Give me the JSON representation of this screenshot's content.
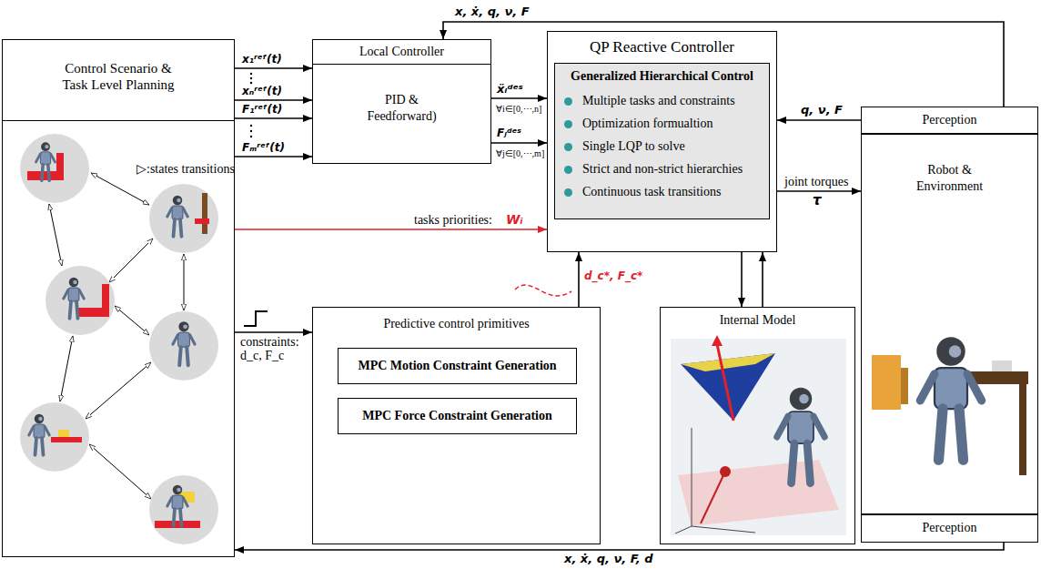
{
  "diagram": {
    "nodes": [
      {
        "text": [
          "Control Scenario & Task Level Planning"
        ]
      },
      {
        "text": [
          "Local Controller",
          "PID & Feedforward)"
        ]
      },
      {
        "text": [
          "QP Reactive Controller"
        ]
      },
      {
        "text": [
          "Generalized Hierarchical Control",
          "Multiple tasks and constraints",
          "Optimization formualtion",
          "Single LQP to solve",
          "Strict and non-strict hierarchies",
          "Continuous task transitions"
        ],
        "in": 2
      },
      {
        "text": [
          "Predictive control primitives"
        ]
      },
      {
        "text": [
          "MPC Motion Constraint Generation"
        ],
        "in": 4
      },
      {
        "text": [
          "MPC Force Constraint Generation"
        ],
        "in": 4
      },
      {
        "text": [
          "Internal Model"
        ]
      },
      {
        "text": [
          "Perception"
        ]
      },
      {
        "text": [
          "Robot & Environment"
        ]
      },
      {
        "text": [
          "Perception"
        ]
      }
    ],
    "edges": [
      {
        "from": 0,
        "to": 1,
        "arrow": "to",
        "label": "x₁ʳᵉᶠ(t)"
      },
      {
        "from": 0,
        "to": 1,
        "arrow": "to",
        "label": "xₙʳᵉᶠ(t)"
      },
      {
        "from": 0,
        "to": 1,
        "arrow": "to",
        "label": "F₁ʳᵉᶠ(t)"
      },
      {
        "from": 0,
        "to": 1,
        "arrow": "to",
        "label": "Fₘʳᵉᶠ(t)"
      },
      {
        "from": 1,
        "to": 2,
        "arrow": "to",
        "label": "ẍᵢᵈᵉˢ"
      },
      {
        "from": 1,
        "to": 2,
        "arrow": "to",
        "label": "Fⱼᵈᵉˢ"
      },
      {
        "from": 0,
        "to": 2,
        "arrow": "to",
        "label": "tasks priorities:"
      },
      {
        "from": 0,
        "to": 4,
        "arrow": "to",
        "label": "constraints: d_c, F_c"
      },
      {
        "from": 4,
        "to": 2,
        "arrow": "to",
        "label": "d_c*, F_c*"
      },
      {
        "from": 2,
        "to": 7,
        "arrow": "to"
      },
      {
        "from": 7,
        "to": 2,
        "arrow": "to"
      },
      {
        "from": 2,
        "to": 9,
        "arrow": "to",
        "label": "joint torques"
      },
      {
        "from": 8,
        "to": 2,
        "arrow": "to",
        "label": "q, ν, F"
      },
      {
        "from": 8,
        "to": 1,
        "arrow": "to",
        "label": "x, ẋ, q, ν, F"
      },
      {
        "from": 10,
        "to": 0,
        "arrow": "to",
        "label": "x, ẋ, q, ν, F, d"
      }
    ],
    "labels": [
      "▷:states transitions",
      "∀i∈[0,⋯,n]",
      "∀j∈[0,⋯,m]",
      "Wᵢ",
      "τ"
    ]
  }
}
